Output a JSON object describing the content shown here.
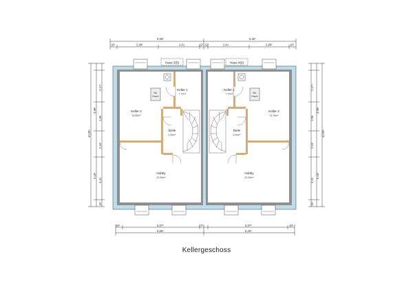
{
  "title": "Kellergeschoss",
  "houses": {
    "left": "Haus 3(5)",
    "right": "Haus 4(6)"
  },
  "rooms": {
    "left": {
      "keller1": {
        "name": "Keller 1",
        "area": "7,72m²"
      },
      "keller2": {
        "name": "Keller 2",
        "area": "14,80m²"
      },
      "diele": {
        "name": "Diele",
        "area": "2,90m²"
      },
      "hobby": {
        "name": "Hobby",
        "area": "22,59m²"
      },
      "wa": "Wa.",
      "dusche": "Dusch"
    },
    "right": {
      "keller1": {
        "name": "Keller 1",
        "area": "7,72m²"
      },
      "keller2": {
        "name": "Keller 2",
        "area": "14,78m²"
      },
      "diele": {
        "name": "Diele",
        "area": "2,90m²"
      },
      "hobby": {
        "name": "Hobby",
        "area": "22,59m²"
      },
      "wa": "Wa.",
      "dusche": "Dusch"
    }
  },
  "dimensions": {
    "top_total_left": "6,58⁵",
    "top_total_right": "6,30⁵",
    "top_seg": [
      "16⁵",
      "2,98⁵",
      "2,81",
      "12⁵",
      "12⁵",
      "2,81",
      "2,98⁵",
      "16⁵"
    ],
    "bottom_seg": [
      "16⁵",
      "5,97⁵",
      "17⁵",
      "5,97⁵",
      "16⁵"
    ],
    "bottom_total_left": "6,58⁵",
    "bottom_total_right": "6,30⁵",
    "side_total": "10,09⁵",
    "side_seg": [
      "2,17⁵",
      "1,96",
      "2,16⁵",
      "3,41",
      "16⁵"
    ],
    "side_inner": [
      "3,98⁵",
      "5,18⁵"
    ]
  },
  "colors": {
    "insulation": "#bcdde9",
    "wall": "#8f8f8f",
    "partition": "#d7aa7a"
  }
}
